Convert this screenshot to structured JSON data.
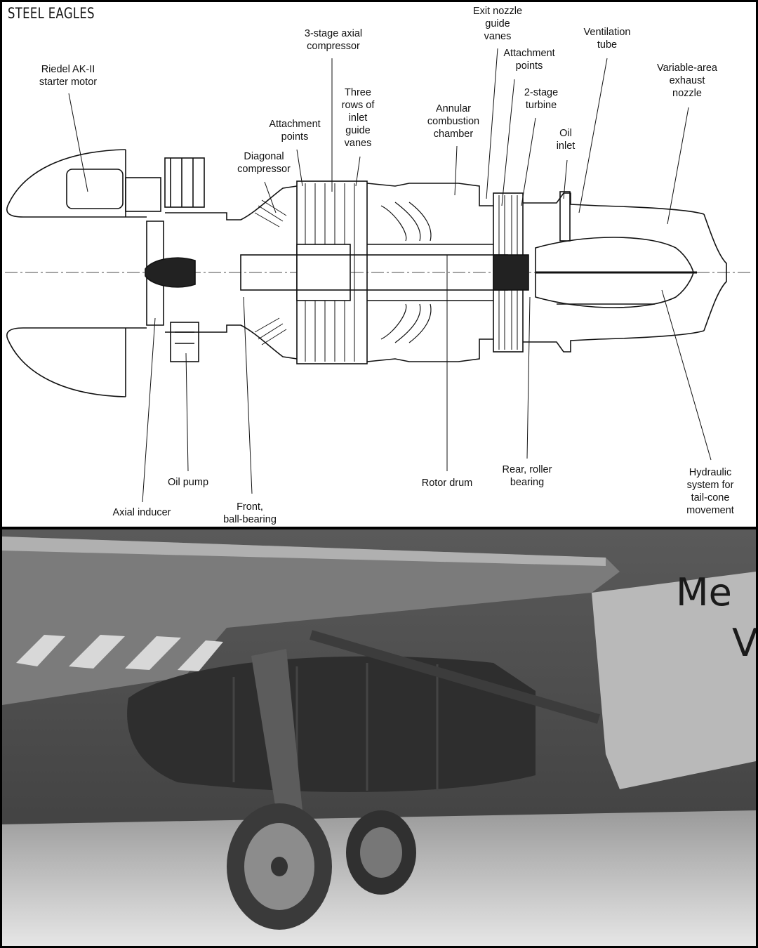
{
  "watermark": "STEEL EAGLES",
  "labels": {
    "starter_motor": "Riedel AK-II\nstarter motor",
    "axial_compressor": "3-stage axial\ncompressor",
    "exit_nozzle_vanes": "Exit nozzle\nguide\nvanes",
    "ventilation_tube": "Ventilation\ntube",
    "attachment_points_rear": "Attachment\npoints",
    "variable_nozzle": "Variable-area\nexhaust\nnozzle",
    "inlet_guide_vanes": "Three\nrows of\ninlet\nguide\nvanes",
    "two_stage_turbine": "2-stage\nturbine",
    "combustion_chamber": "Annular\ncombustion\nchamber",
    "attachment_points_front": "Attachment\npoints",
    "oil_inlet": "Oil\ninlet",
    "diagonal_compressor": "Diagonal\ncompressor",
    "oil_pump": "Oil pump",
    "rotor_drum": "Rotor drum",
    "rear_bearing": "Rear, roller\nbearing",
    "hydraulic_system": "Hydraulic\nsystem for\ntail-cone\nmovement",
    "axial_inducer": "Axial inducer",
    "front_bearing": "Front,\nball-bearing"
  },
  "photo": {
    "fuselage_text_1": "Me",
    "fuselage_text_2": "V"
  }
}
